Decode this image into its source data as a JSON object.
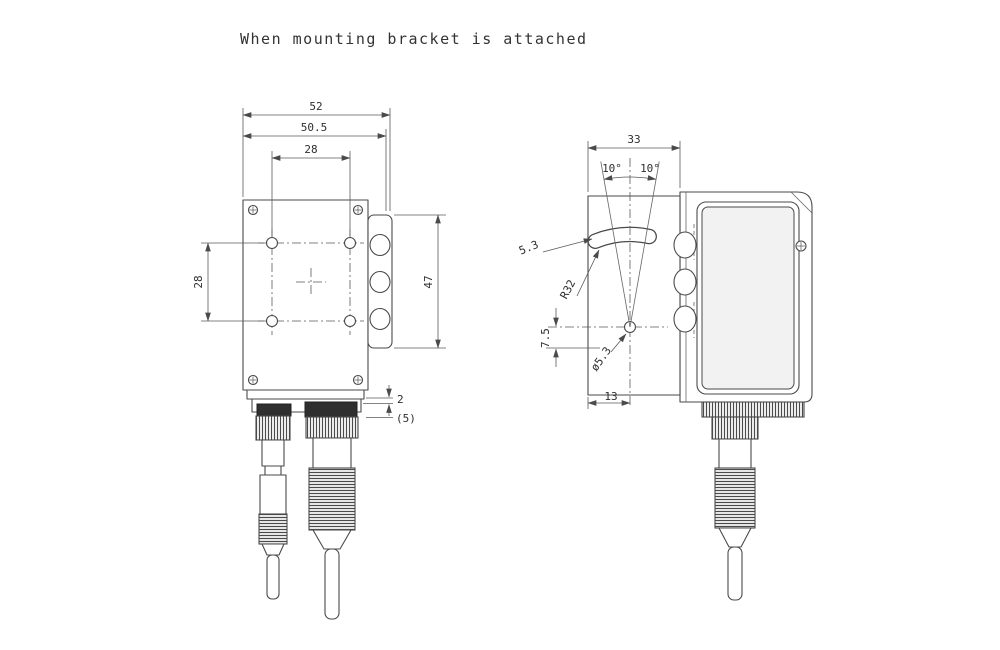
{
  "title": "When mounting bracket is attached",
  "front_view": {
    "dims": {
      "outer_width": "52",
      "bracket_width": "50.5",
      "hole_pitch_h": "28",
      "hole_pitch_v": "28",
      "bracket_height": "47",
      "step": "2",
      "step_ref": "(5)"
    }
  },
  "side_view": {
    "dims": {
      "width": "33",
      "angle_left": "10°",
      "angle_right": "10°",
      "slot_width": "5.3",
      "slot_radius": "R32",
      "pivot_height": "7.5",
      "hole_dia": "ø5.3",
      "pivot_offset": "13"
    }
  }
}
